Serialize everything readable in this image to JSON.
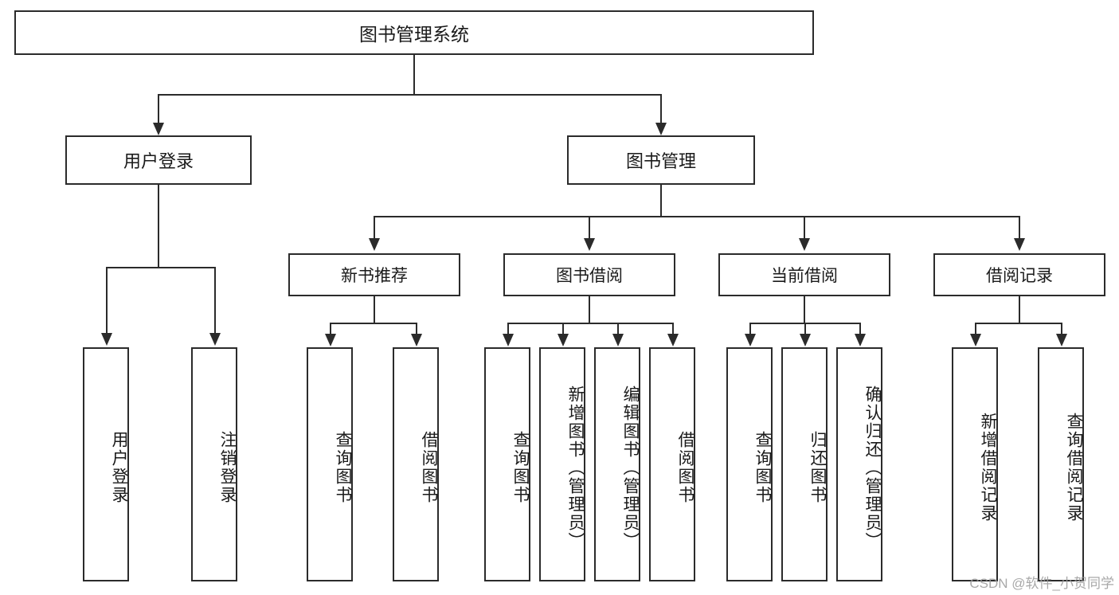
{
  "diagram": {
    "title": "图书管理系统",
    "type": "tree-hierarchy-diagram",
    "root": {
      "id": "root",
      "label": "图书管理系统"
    },
    "level1": [
      {
        "id": "user-login",
        "label": "用户登录"
      },
      {
        "id": "book-management",
        "label": "图书管理"
      }
    ],
    "level2": [
      {
        "id": "new-book-recommend",
        "label": "新书推荐"
      },
      {
        "id": "book-borrow",
        "label": "图书借阅"
      },
      {
        "id": "current-borrow",
        "label": "当前借阅"
      },
      {
        "id": "borrow-record",
        "label": "借阅记录"
      }
    ],
    "leaves": [
      {
        "id": "leaf-user-login",
        "label": "用户登录",
        "parent": "user-login"
      },
      {
        "id": "leaf-logout",
        "label": "注销登录",
        "parent": "user-login"
      },
      {
        "id": "leaf-query-book-1",
        "label": "查询图书",
        "parent": "new-book-recommend"
      },
      {
        "id": "leaf-borrow-book-1",
        "label": "借阅图书",
        "parent": "new-book-recommend"
      },
      {
        "id": "leaf-query-book-2",
        "label": "查询图书",
        "parent": "book-borrow"
      },
      {
        "id": "leaf-add-book",
        "label": "新增图书（管理员）",
        "parent": "book-borrow"
      },
      {
        "id": "leaf-edit-book",
        "label": "编辑图书（管理员）",
        "parent": "book-borrow"
      },
      {
        "id": "leaf-borrow-book-2",
        "label": "借阅图书",
        "parent": "book-borrow"
      },
      {
        "id": "leaf-query-book-3",
        "label": "查询图书",
        "parent": "current-borrow"
      },
      {
        "id": "leaf-return-book",
        "label": "归还图书",
        "parent": "current-borrow"
      },
      {
        "id": "leaf-confirm-return",
        "label": "确认归还（管理员）",
        "parent": "current-borrow"
      },
      {
        "id": "leaf-add-record",
        "label": "新增借阅记录",
        "parent": "borrow-record"
      },
      {
        "id": "leaf-query-record",
        "label": "查询借阅记录",
        "parent": "borrow-record"
      }
    ]
  },
  "watermark": {
    "text": "CSDN @软件_小贺同学"
  },
  "colors": {
    "stroke": "#2b2b2b",
    "fill": "#ffffff",
    "text": "#1a1a1a",
    "watermark": "#9a9a9a"
  }
}
